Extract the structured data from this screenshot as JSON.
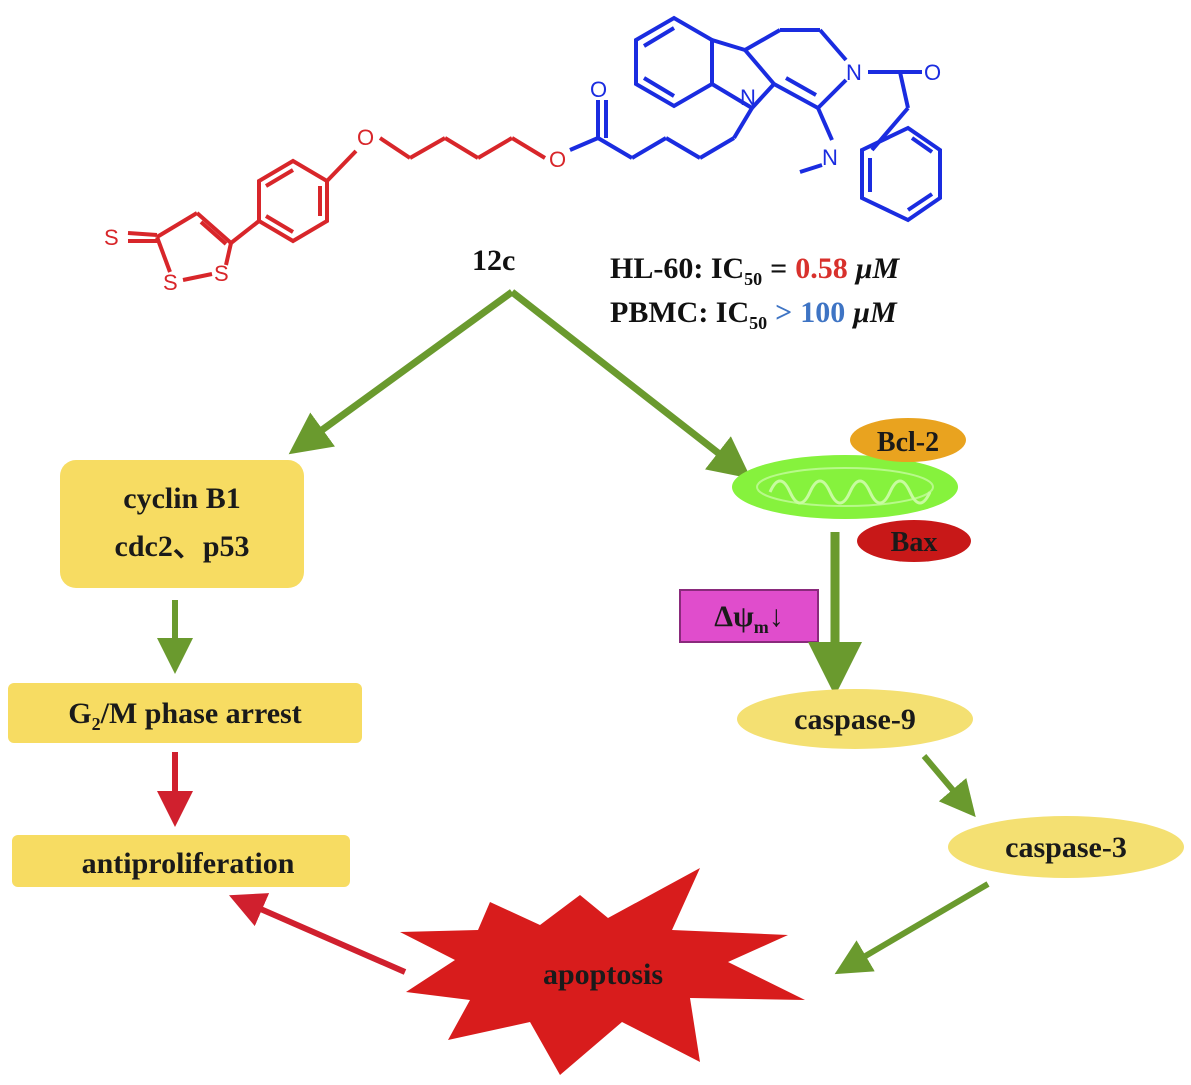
{
  "compound": {
    "name": "12c",
    "ic50_lines": [
      {
        "cell_line": "HL-60: IC",
        "sub": "50",
        "op": "=",
        "value": "0.58",
        "unit": "μM",
        "value_color": "#d8312c"
      },
      {
        "cell_line": "PBMC: IC",
        "sub": "50",
        "op": ">",
        "value": "100",
        "unit": "μM",
        "value_color": "#3e74c4",
        "op_color": "#3e74c4"
      }
    ],
    "atoms": {
      "thione_s": "S",
      "ring_s1": "S",
      "ring_s2": "S",
      "ether_o": "O",
      "ester_o": "O",
      "carbonyl_o": "O",
      "indole_n": "N",
      "amide_n": "N",
      "amide_o": "O",
      "methyl_n": "N"
    }
  },
  "left_path": {
    "proteins_line1": "cyclin B1",
    "proteins_line2": "cdc2、p53",
    "arrest_prefix": "G",
    "arrest_sub": "2",
    "arrest_suffix": "/M phase arrest",
    "outcome": "antiproliferation"
  },
  "right_path": {
    "bcl2": "Bcl-2",
    "bax": "Bax",
    "membrane_potential": "Δψ",
    "membrane_sub": "m",
    "membrane_arrow": "↓",
    "caspase9": "caspase-9",
    "caspase3": "caspase-3"
  },
  "center": {
    "apoptosis": "apoptosis"
  },
  "colors": {
    "arrow_green": "#6a9a2e",
    "arrow_red": "#d0202e",
    "box_yellow": "#f7dc62",
    "ellipse_yellow": "#f4e072",
    "mito_green": "#86f23d",
    "bcl2_orange": "#e9a31f",
    "bax_red": "#c81818",
    "delta_pink": "#e04dcc",
    "star_red": "#d81c1c",
    "red_structure": "#d8262a",
    "blue_structure": "#1a2ce0"
  }
}
